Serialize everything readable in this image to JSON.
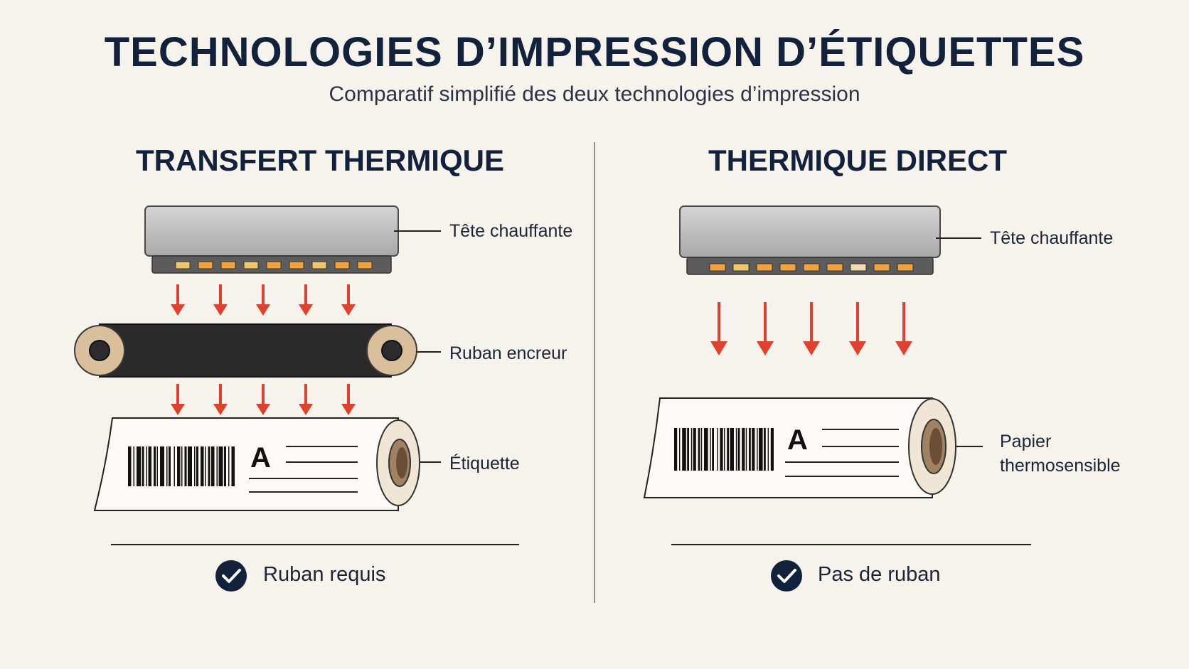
{
  "title": "TECHNOLOGIES D’IMPRESSION D’ÉTIQUETTES",
  "subtitle": "Comparatif simplifié des deux technologies d’impression",
  "left": {
    "title": "TRANSFERT THERMIQUE",
    "labels": {
      "head": "Tête chauffante",
      "ribbon": "Ruban encreur",
      "label": "Étiquette"
    },
    "label_letter": "A",
    "footer": "Ruban requis"
  },
  "right": {
    "title": "THERMIQUE DIRECT",
    "labels": {
      "head": "Tête chauffante",
      "paper_line1": "Papier",
      "paper_line2": "thermosensible"
    },
    "label_letter": "A",
    "footer": "Pas de ruban"
  },
  "colors": {
    "background": "#f6f2ec",
    "navy": "#13213a",
    "arrow_red": "#e0412f",
    "head_grey": "#bdbdbd",
    "heater_orange": "#f2a33a",
    "ribbon_black": "#2a2a2a",
    "roll_tan": "#d9bf9c"
  }
}
